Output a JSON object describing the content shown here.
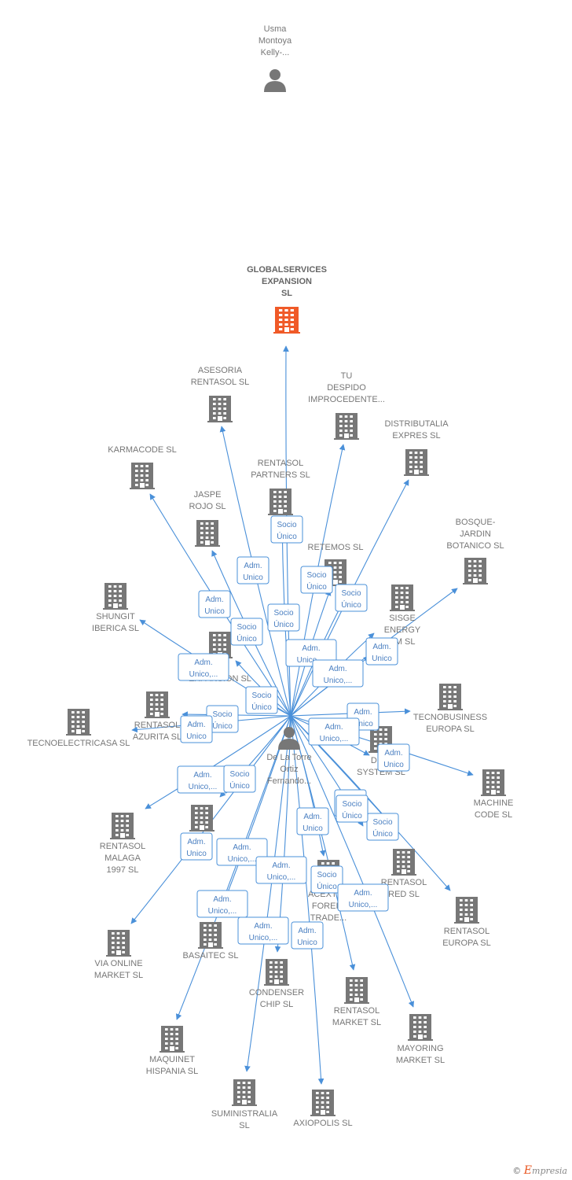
{
  "colors": {
    "edge": "#4a90d9",
    "company": "#777777",
    "company_main": "#f05a28",
    "person": "#777777"
  },
  "footer": {
    "copyright": "©",
    "brand_initial": "E",
    "brand_rest": "mpresia"
  },
  "nodes": [
    {
      "id": "usma",
      "kind": "person",
      "label": [
        "Usma",
        "Montoya",
        "Kelly-..."
      ]
    },
    {
      "id": "global",
      "kind": "company",
      "main": true,
      "label": [
        "GLOBALSERVICES",
        "EXPANSION",
        "SL"
      ]
    },
    {
      "id": "delatorre",
      "kind": "person",
      "label": [
        "De La Torre",
        "Ortiz",
        "Fernando..."
      ]
    },
    {
      "id": "asesoria",
      "kind": "company",
      "label": [
        "ASESORIA",
        "RENTASOL SL"
      ]
    },
    {
      "id": "tu",
      "kind": "company",
      "label": [
        "TU",
        "DESPIDO",
        "IMPROCEDENTE..."
      ]
    },
    {
      "id": "distributalia",
      "kind": "company",
      "label": [
        "DISTRIBUTALIA",
        "EXPRES SL"
      ]
    },
    {
      "id": "karmacode",
      "kind": "company",
      "label": [
        "KARMACODE SL"
      ]
    },
    {
      "id": "partners",
      "kind": "company",
      "label": [
        "RENTASOL",
        "PARTNERS SL"
      ]
    },
    {
      "id": "jaspe",
      "kind": "company",
      "label": [
        "JASPE",
        "ROJO SL"
      ]
    },
    {
      "id": "retemos",
      "kind": "company",
      "label": [
        "RETEMOS SL"
      ]
    },
    {
      "id": "bosque",
      "kind": "company",
      "label": [
        "BOSQUE-",
        "JARDIN",
        "BOTANICO SL"
      ]
    },
    {
      "id": "shungit",
      "kind": "company",
      "label": [
        "SHUNGIT",
        "IBERICA SL"
      ]
    },
    {
      "id": "sisge",
      "kind": "company",
      "label": [
        "SISGE",
        "ENERGY",
        "EM SL"
      ]
    },
    {
      "id": "expansion",
      "kind": "company",
      "label": [
        "SOL",
        "EXPANSION SL"
      ]
    },
    {
      "id": "tecnobusiness",
      "kind": "company",
      "label": [
        "TECNOBUSINESS",
        "EUROPA SL"
      ]
    },
    {
      "id": "azurita",
      "kind": "company",
      "label": [
        "RENTASOL",
        "AZURITA SL"
      ]
    },
    {
      "id": "tecnoelec",
      "kind": "company",
      "label": [
        "TECNOELECTRICASA SL"
      ]
    },
    {
      "id": "disc",
      "kind": "company",
      "label": [
        "DISC",
        "SYSTEM SL"
      ]
    },
    {
      "id": "machine",
      "kind": "company",
      "label": [
        "MACHINE",
        "CODE SL"
      ]
    },
    {
      "id": "malaga",
      "kind": "company",
      "label": [
        "RENTASOL",
        "MALAGA",
        "1997 SL"
      ]
    },
    {
      "id": "mid1",
      "kind": "company",
      "label": [
        "O",
        "E S"
      ]
    },
    {
      "id": "red",
      "kind": "company",
      "label": [
        "RENTASOL",
        "RED SL"
      ]
    },
    {
      "id": "acexter",
      "kind": "company",
      "label": [
        "ACEXTER",
        "FOREIG",
        "TRADE..."
      ]
    },
    {
      "id": "europa",
      "kind": "company",
      "label": [
        "RENTASOL",
        "EUROPA SL"
      ]
    },
    {
      "id": "viaonline",
      "kind": "company",
      "label": [
        "VIA ONLINE",
        "MARKET SL"
      ]
    },
    {
      "id": "basaitec",
      "kind": "company",
      "label": [
        "BASAITEC SL"
      ]
    },
    {
      "id": "condenser",
      "kind": "company",
      "label": [
        "CONDENSER",
        "CHIP SL"
      ]
    },
    {
      "id": "market",
      "kind": "company",
      "label": [
        "RENTASOL",
        "MARKET SL"
      ]
    },
    {
      "id": "mayoring",
      "kind": "company",
      "label": [
        "MAYORING",
        "MARKET SL"
      ]
    },
    {
      "id": "maquinet",
      "kind": "company",
      "label": [
        "MAQUINET",
        "HISPANIA SL"
      ]
    },
    {
      "id": "suministralia",
      "kind": "company",
      "label": [
        "SUMINISTRALIA",
        "SL"
      ]
    },
    {
      "id": "axiopolis",
      "kind": "company",
      "label": [
        "AXIOPOLIS SL"
      ]
    }
  ],
  "relations": [
    {
      "from": "usma",
      "to": "global",
      "label": [
        "Adm.",
        "Unico,..."
      ]
    },
    {
      "from": "delatorre",
      "to": "global",
      "label": []
    },
    {
      "from": "delatorre",
      "to": "asesoria",
      "label": [
        "Adm.",
        "Unico"
      ]
    },
    {
      "from": "delatorre",
      "to": "tu",
      "label": []
    },
    {
      "from": "delatorre",
      "to": "distributalia",
      "label": []
    },
    {
      "from": "delatorre",
      "to": "karmacode",
      "label": [
        "Adm.",
        "Unico"
      ]
    },
    {
      "from": "delatorre",
      "to": "partners",
      "label": [
        "Socio",
        "Único"
      ]
    },
    {
      "from": "delatorre",
      "to": "jaspe",
      "label": [
        "Socio",
        "Único"
      ]
    },
    {
      "from": "delatorre",
      "to": "retemos",
      "label": [
        "Socio",
        "Único"
      ]
    },
    {
      "from": "delatorre",
      "to": "retemos2",
      "label": [
        "Socio",
        "Único"
      ]
    },
    {
      "from": "delatorre",
      "to": "bosque",
      "label": [
        "Adm.",
        "Unico"
      ]
    },
    {
      "from": "delatorre",
      "to": "shungit",
      "label": [
        "Adm.",
        "Unico,..."
      ]
    },
    {
      "from": "delatorre",
      "to": "sisge",
      "label": [
        "Adm.",
        "Unico,..."
      ]
    },
    {
      "from": "delatorre",
      "to": "sisge2",
      "label": [
        "Adm.",
        "Unico,..."
      ]
    },
    {
      "from": "delatorre",
      "to": "expansion",
      "label": [
        "Socio",
        "Único"
      ]
    },
    {
      "from": "delatorre",
      "to": "socio2",
      "label": [
        "Socio",
        "Único"
      ]
    },
    {
      "from": "delatorre",
      "to": "tecnobusiness",
      "label": [
        "Adm.",
        "Unico"
      ]
    },
    {
      "from": "delatorre",
      "to": "azurita",
      "label": [
        "Socio",
        "Único"
      ]
    },
    {
      "from": "delatorre",
      "to": "tecnoelec",
      "label": [
        "Adm.",
        "Unico"
      ]
    },
    {
      "from": "delatorre",
      "to": "disc",
      "label": [
        "Adm.",
        "Unico,..."
      ]
    },
    {
      "from": "delatorre",
      "to": "machine",
      "label": [
        "Adm.",
        "Unico"
      ]
    },
    {
      "from": "delatorre",
      "to": "malaga",
      "label": [
        "Adm.",
        "Unico,..."
      ]
    },
    {
      "from": "delatorre",
      "to": "mid1",
      "label": [
        "Socio",
        "Único"
      ]
    },
    {
      "from": "delatorre",
      "to": "red",
      "label": [
        "Socio",
        "Único"
      ]
    },
    {
      "from": "delatorre",
      "to": "red2",
      "label": [
        "Socio",
        "Único"
      ]
    },
    {
      "from": "delatorre",
      "to": "acexter",
      "label": [
        "Adm.",
        "Unico"
      ]
    },
    {
      "from": "delatorre",
      "to": "europa",
      "label": [
        "Socio",
        "Único"
      ]
    },
    {
      "from": "delatorre",
      "to": "viaonline",
      "label": [
        "Adm.",
        "Unico"
      ]
    },
    {
      "from": "delatorre",
      "to": "basaitec",
      "label": [
        "Adm.",
        "Unico,..."
      ]
    },
    {
      "from": "delatorre",
      "to": "condenser",
      "label": [
        "Adm.",
        "Unico,..."
      ]
    },
    {
      "from": "delatorre",
      "to": "market",
      "label": [
        "Socio",
        "Único"
      ]
    },
    {
      "from": "delatorre",
      "to": "mayoring",
      "label": [
        "Adm.",
        "Unico,..."
      ]
    },
    {
      "from": "delatorre",
      "to": "maquinet",
      "label": [
        "Adm.",
        "Unico,..."
      ]
    },
    {
      "from": "delatorre",
      "to": "suministralia",
      "label": [
        "Adm.",
        "Unico,..."
      ]
    },
    {
      "from": "delatorre",
      "to": "axiopolis",
      "label": [
        "Adm.",
        "Unico"
      ]
    }
  ]
}
